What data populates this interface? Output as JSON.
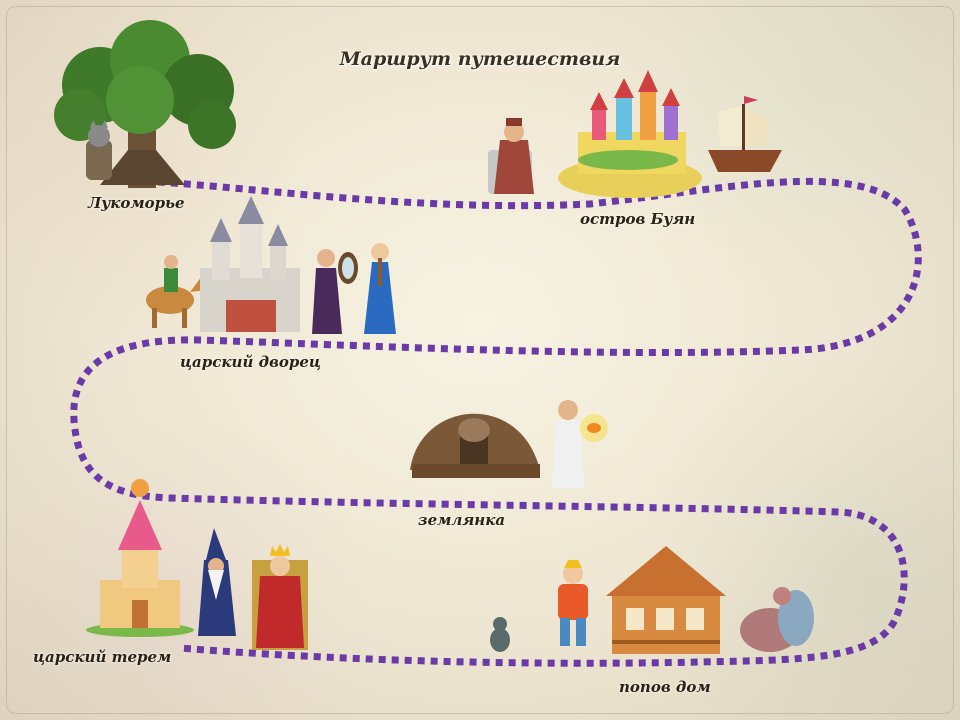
{
  "title": "Маршрут путешествия",
  "path_color": "#6a3aa8",
  "stops": [
    {
      "label": "Лукоморье"
    },
    {
      "label": "остров Буян"
    },
    {
      "label": "царский дворец"
    },
    {
      "label": "землянка"
    },
    {
      "label": "царский терем"
    },
    {
      "label": "попов дом"
    }
  ]
}
